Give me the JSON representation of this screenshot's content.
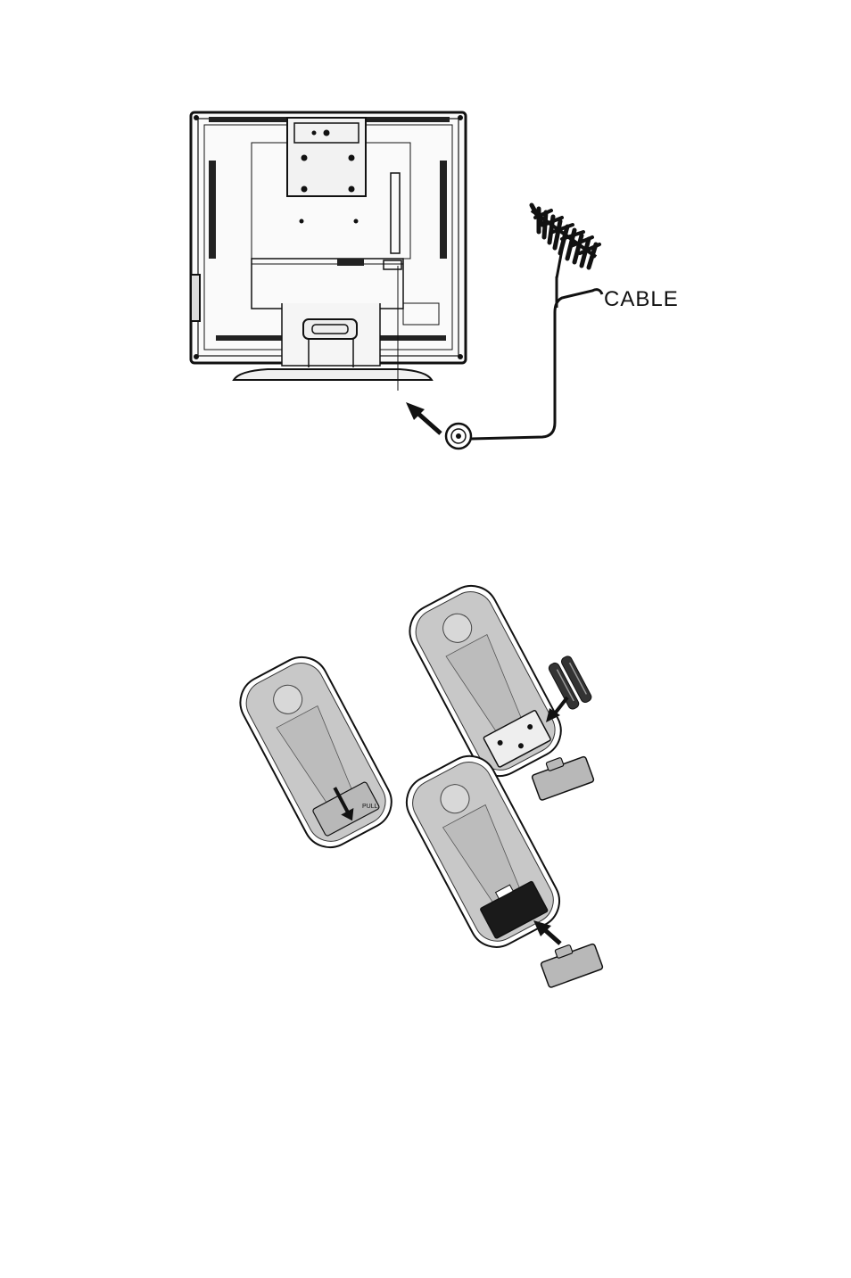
{
  "figure1": {
    "cable_label": "CABLE"
  },
  "figure2": {
    "pull_label": "PULL"
  },
  "colors": {
    "line": "#111111",
    "remote_fill": "#c8c8c8",
    "cover_fill": "#b8b8b8",
    "battery_fill": "#333333"
  },
  "icons": [
    "tv-rear-view",
    "antenna-icon",
    "coax-connector-icon",
    "arrow-icon",
    "remote-control",
    "battery-icon",
    "battery-cover"
  ]
}
